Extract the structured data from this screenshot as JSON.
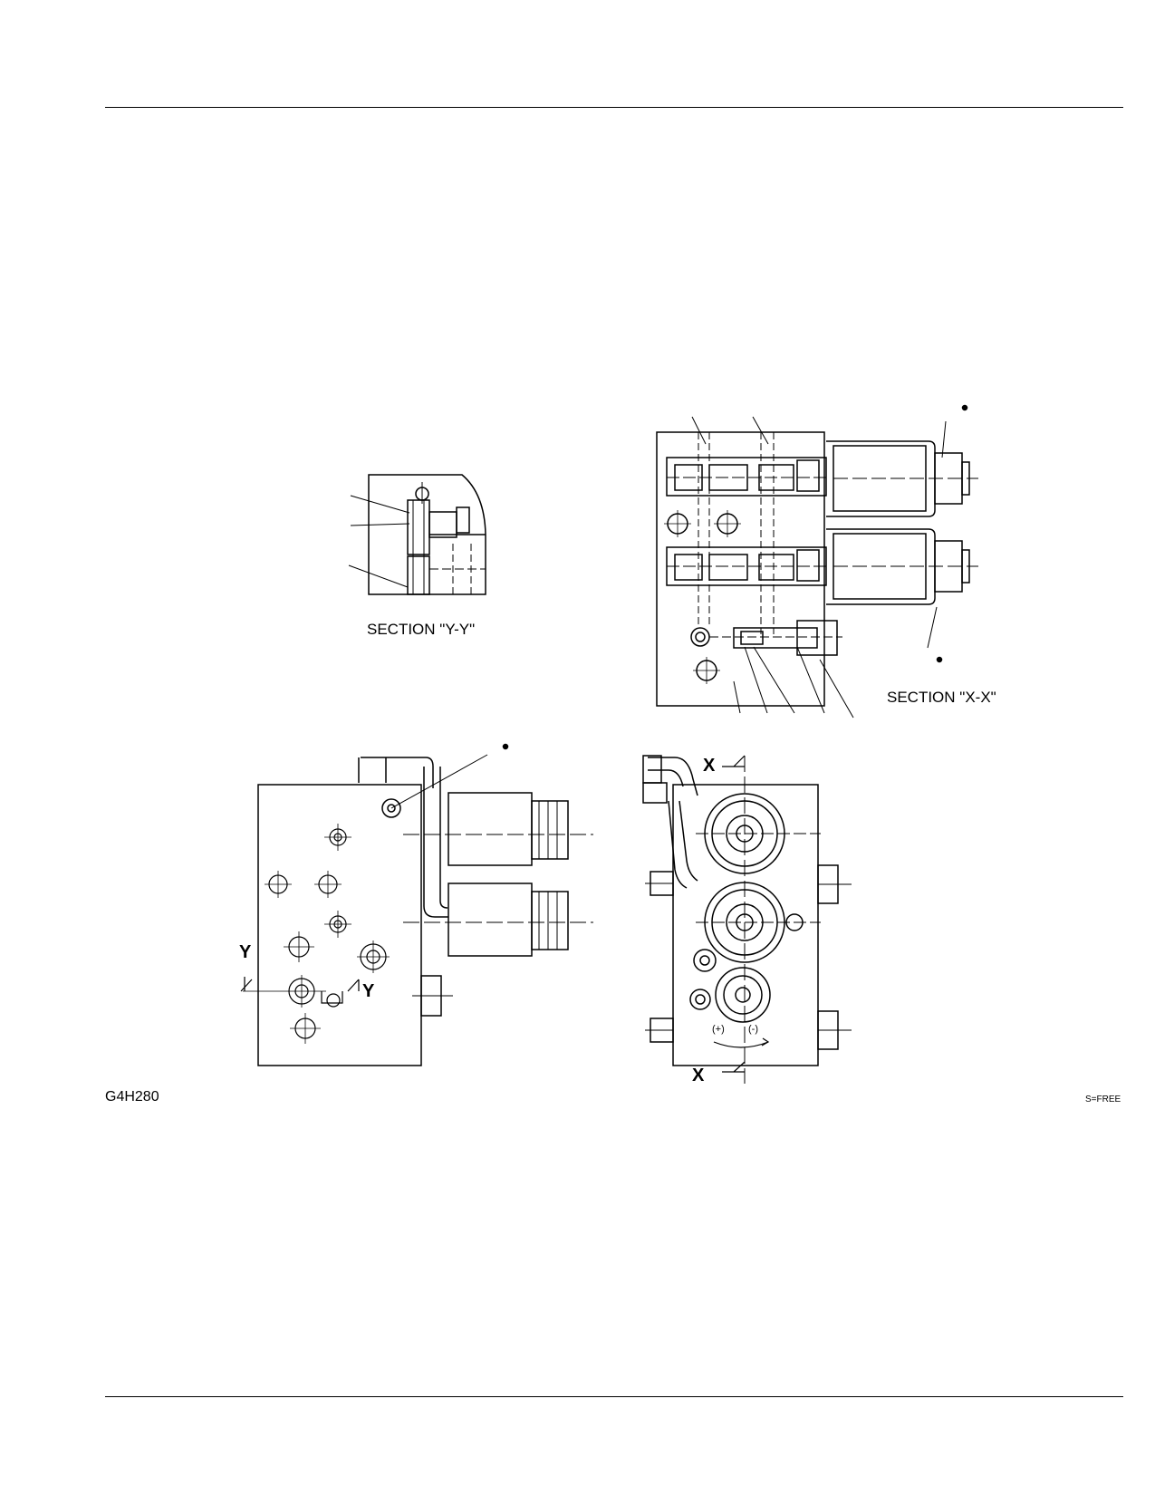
{
  "figure": {
    "id": "G4H280",
    "scale_note": "S=FREE",
    "section_y_label": "SECTION \"Y-Y\"",
    "section_x_label": "SECTION \"X-X\"",
    "cut_marks": {
      "x": "X",
      "y": "Y"
    },
    "adjust_marks": {
      "plus": "(+)",
      "minus": "(-)"
    }
  }
}
